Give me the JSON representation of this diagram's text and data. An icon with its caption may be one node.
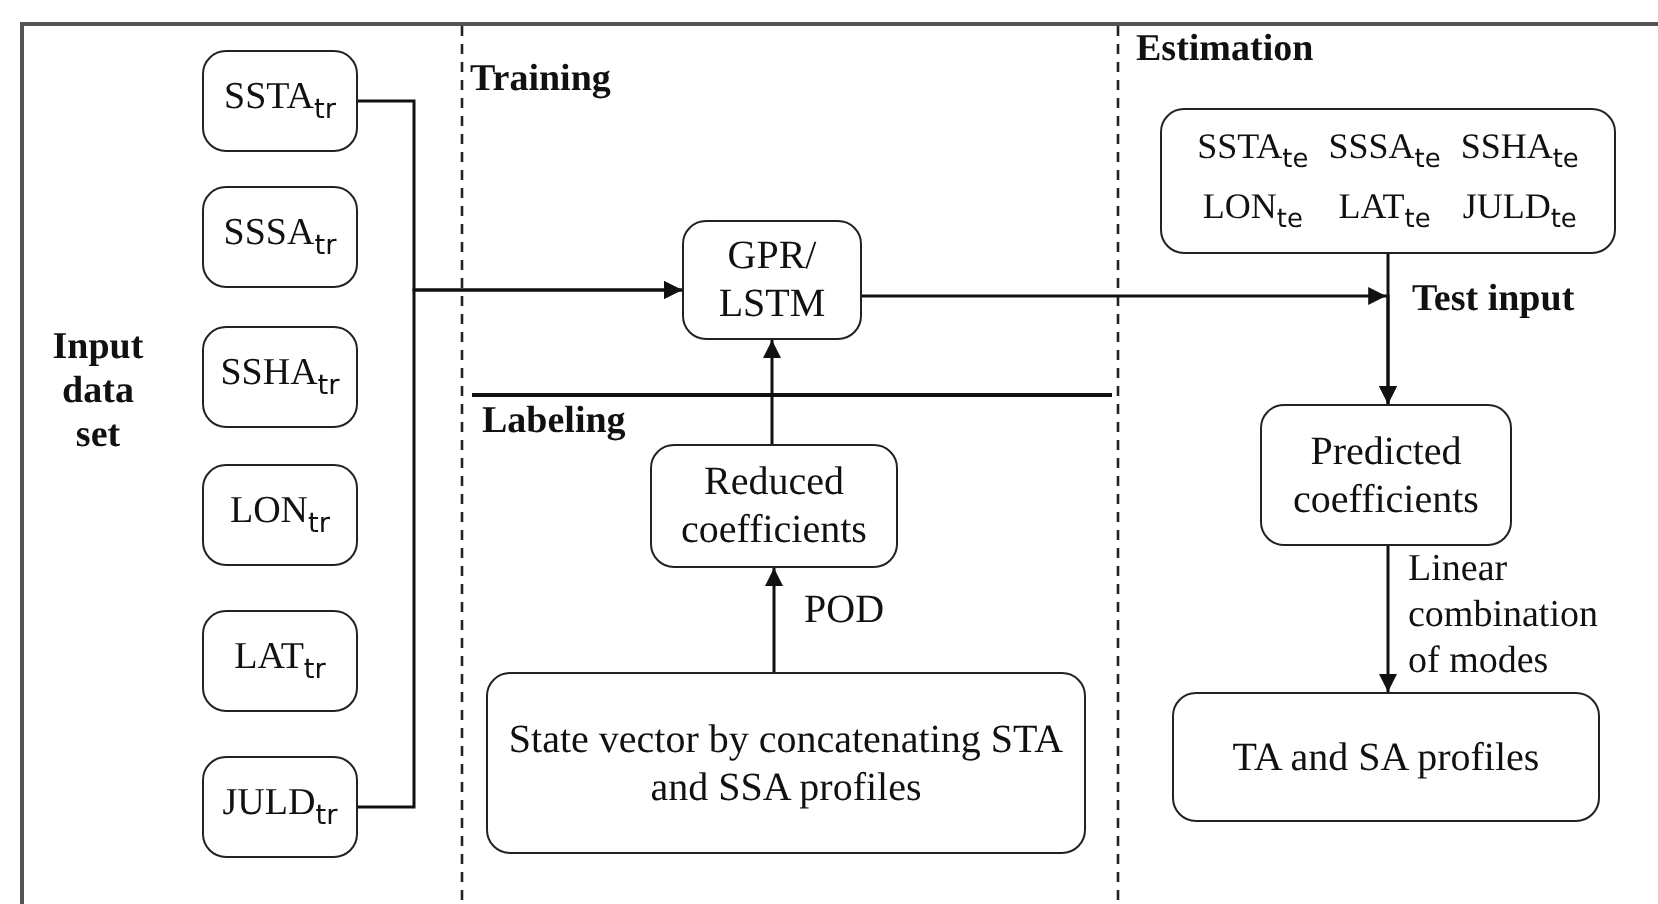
{
  "diagram": {
    "nodes": [
      {
        "text": [
          "SSTA$_{tr}$"
        ]
      },
      {
        "text": [
          "SSSA$_{tr}$"
        ]
      },
      {
        "text": [
          "SSHA$_{tr}$"
        ]
      },
      {
        "text": [
          "LON$_{tr}$"
        ]
      },
      {
        "text": [
          "LAT$_{tr}$"
        ]
      },
      {
        "text": [
          "JULD$_{tr}$"
        ]
      },
      {
        "text": [
          "GPR/ LSTM"
        ]
      },
      {
        "text": [
          "Reduced coefficients"
        ]
      },
      {
        "text": [
          "State vector by concatenating STA and SSA  profiles"
        ]
      },
      {
        "text": [
          "SSTA$_{te}$",
          "SSSA$_{te}$",
          "SSHA$_{te}$",
          "LON$_{te}$",
          "LAT$_{te}$",
          "JULD$_{te}$"
        ]
      },
      {
        "text": [
          "Predicted coefficients"
        ]
      },
      {
        "text": [
          "TA and SA profiles"
        ]
      }
    ],
    "edges": [
      {
        "from": 0,
        "to": 6,
        "arrow": "to"
      },
      {
        "from": 5,
        "to": 6,
        "arrow": "to"
      },
      {
        "from": 8,
        "to": 7,
        "arrow": "to",
        "label": "POD"
      },
      {
        "from": 7,
        "to": 6,
        "arrow": "to"
      },
      {
        "from": 6,
        "to": 10,
        "arrow": "to"
      },
      {
        "from": 9,
        "to": 10,
        "arrow": "to",
        "label": "Test input"
      },
      {
        "from": 10,
        "to": 11,
        "arrow": "to",
        "label": "Linear combination of modes"
      }
    ],
    "labels": [
      "Input data set",
      "Training",
      "Labeling",
      "Estimation"
    ]
  }
}
